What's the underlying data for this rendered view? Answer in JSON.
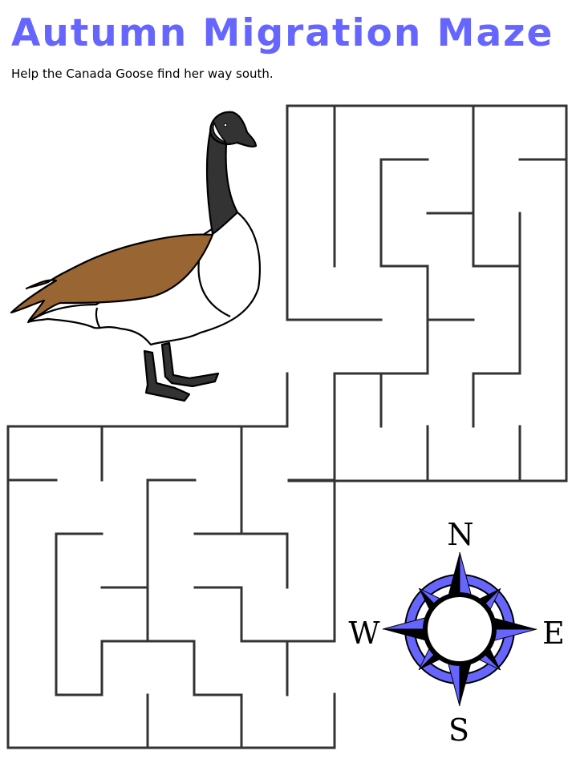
{
  "title": "Autumn Migration Maze",
  "subtitle": "Help the Canada Goose find her way south.",
  "compass": {
    "north": "N",
    "south": "S",
    "east": "E",
    "west": "W"
  },
  "colors": {
    "title": "#6666ff",
    "compass_accent": "#6666ff",
    "goose_wing": "#996633",
    "goose_neck": "#333333"
  }
}
